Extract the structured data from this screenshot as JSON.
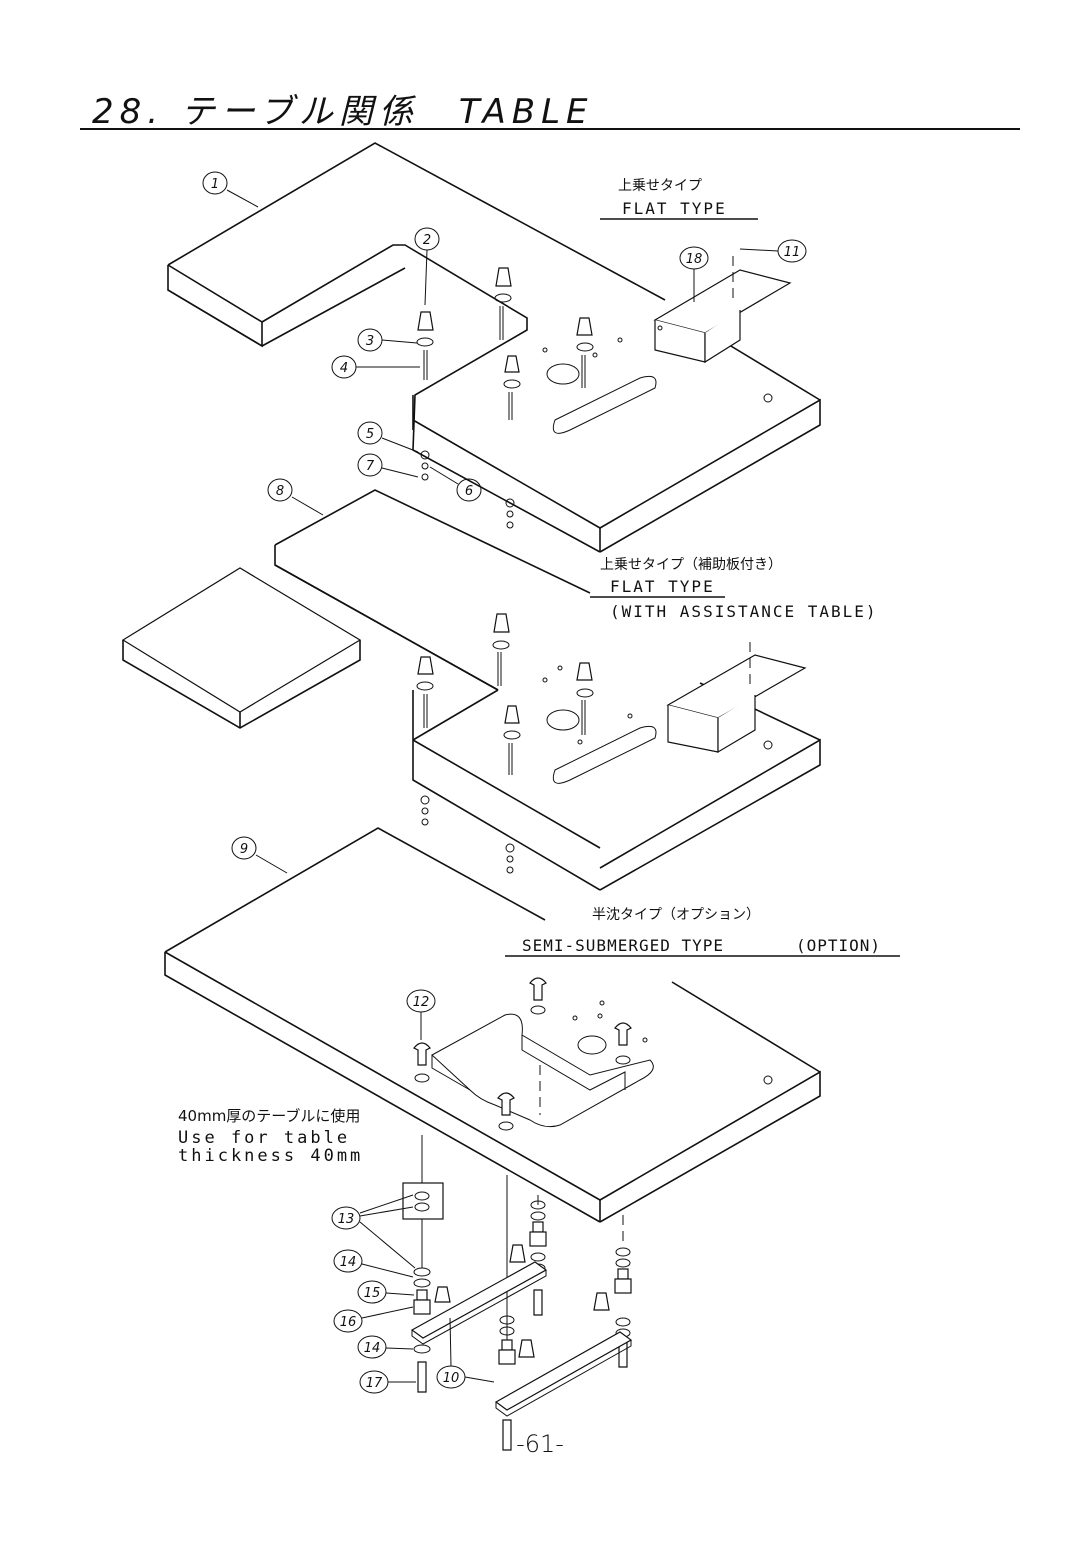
{
  "title": "28. テーブル関係　TABLE",
  "page_number": "-61-",
  "sections": {
    "flat": {
      "jp": "上乗せタイプ",
      "en": "FLAT TYPE"
    },
    "flat_assist": {
      "jp": "上乗せタイプ（補助板付き）",
      "en": "FLAT TYPE",
      "en2": "(WITH ASSISTANCE TABLE)"
    },
    "semi": {
      "jp": "半沈タイプ（オプション）",
      "en": "SEMI-SUBMERGED TYPE",
      "en2": "(OPTION)"
    }
  },
  "note": {
    "jp": "40mm厚のテーブルに使用",
    "en1": "Use for table",
    "en2": "thickness 40mm"
  },
  "callouts": [
    "1",
    "2",
    "3",
    "4",
    "5",
    "6",
    "7",
    "8",
    "9",
    "10",
    "11",
    "12",
    "13",
    "14",
    "14",
    "15",
    "16",
    "17",
    "18"
  ]
}
